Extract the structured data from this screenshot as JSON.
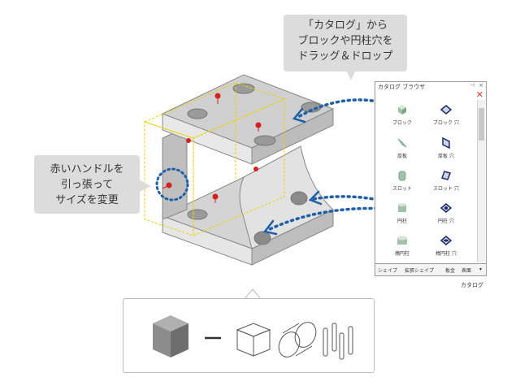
{
  "callout_top": {
    "lines": [
      "「カタログ」から",
      "ブロックや円柱穴を",
      "ドラッグ＆ドロップ"
    ]
  },
  "callout_left": {
    "lines": [
      "赤いハンドルを",
      "引っ張って",
      "サイズを変更"
    ]
  },
  "catalog_panel": {
    "title": "カタログ ブラウザ",
    "pin_icon": "pin-icon",
    "close_icon": "close-icon",
    "items": [
      {
        "label": "ブロック",
        "icon": "block-icon"
      },
      {
        "label": "ブロック 穴",
        "icon": "block-hole-icon"
      },
      {
        "label": "厚板",
        "icon": "thick-plate-icon"
      },
      {
        "label": "厚板 穴",
        "icon": "thick-plate-hole-icon"
      },
      {
        "label": "スロット",
        "icon": "slot-icon"
      },
      {
        "label": "スロット 穴",
        "icon": "slot-hole-icon"
      },
      {
        "label": "円柱",
        "icon": "cylinder-icon"
      },
      {
        "label": "円柱 穴",
        "icon": "cylinder-hole-icon"
      },
      {
        "label": "楕円柱",
        "icon": "elliptic-cylinder-icon"
      },
      {
        "label": "楕円柱 穴",
        "icon": "elliptic-cylinder-hole-icon"
      }
    ],
    "tabs": [
      "シェイプ",
      "拡張シェイプ",
      "板金",
      "表面"
    ]
  },
  "catalog_label": "カタログ",
  "colors": {
    "callout_bg": "#dcdcdc",
    "arrow_blue": "#1f5fa8",
    "handle_red": "#d42020",
    "selection_yellow": "#e8d200",
    "solid_top": "#cfcfcf",
    "solid_side": "#e8e8e8"
  }
}
